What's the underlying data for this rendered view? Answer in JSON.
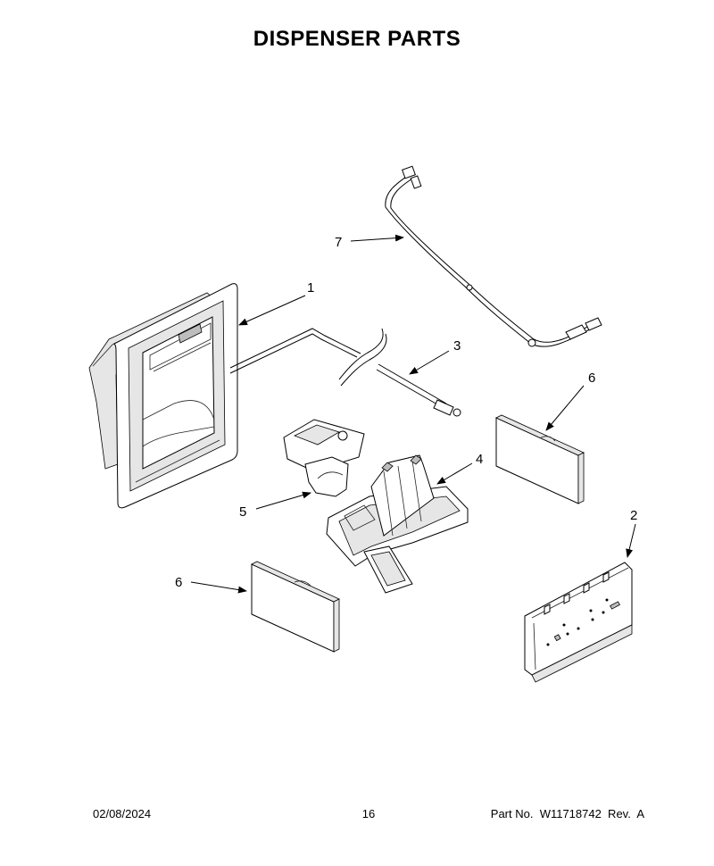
{
  "title": "DISPENSER PARTS",
  "callouts": {
    "c1": "1",
    "c2": "2",
    "c3": "3",
    "c4": "4",
    "c5": "5",
    "c6a": "6",
    "c6b": "6",
    "c7": "7"
  },
  "footer": {
    "date": "02/08/2024",
    "page": "16",
    "part": "Part No.  W11718742  Rev.  A"
  }
}
